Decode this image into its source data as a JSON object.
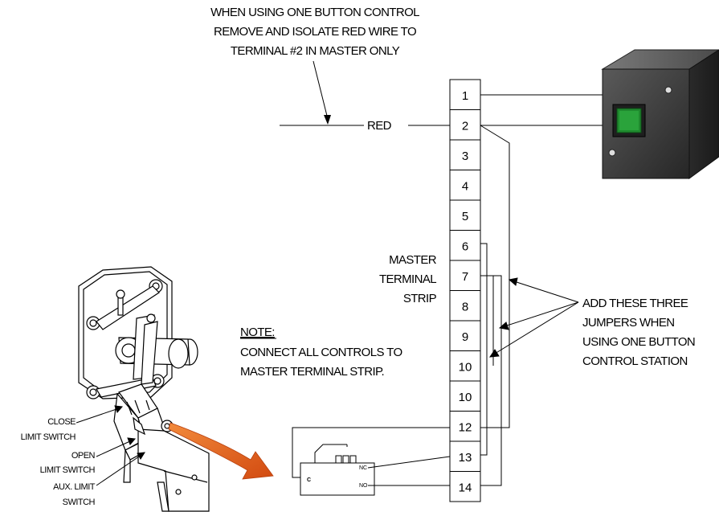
{
  "top_note": {
    "line1": "WHEN USING ONE BUTTON CONTROL",
    "line2": "REMOVE AND ISOLATE RED WIRE TO",
    "line3": "TERMINAL #2 IN MASTER ONLY"
  },
  "red_wire_label": "RED",
  "strip_label": {
    "line1": "MASTER",
    "line2": "TERMINAL",
    "line3": "STRIP"
  },
  "terminals": [
    "1",
    "2",
    "3",
    "4",
    "5",
    "6",
    "7",
    "8",
    "9",
    "10",
    "10",
    "12",
    "13",
    "14"
  ],
  "jumper_note": {
    "line1": "ADD THESE THREE",
    "line2": "JUMPERS WHEN",
    "line3": "USING ONE BUTTON",
    "line4": "CONTROL STATION"
  },
  "note": {
    "title": "NOTE:",
    "line1": "CONNECT ALL CONTROLS TO",
    "line2": "MASTER TERMINAL STRIP."
  },
  "switch_labels": {
    "close_1": "CLOSE",
    "close_2": "LIMIT SWITCH",
    "open_1": "OPEN",
    "open_2": "LIMIT SWITCH",
    "aux_1": "AUX. LIMIT",
    "aux_2": "SWITCH"
  },
  "microswitch": {
    "common": "C",
    "nc": "NC",
    "no": "NO"
  },
  "colors": {
    "button_green": "#1f8a2e",
    "arrow_orange": "#e8641c",
    "box_dark": "#3a3a3a"
  }
}
